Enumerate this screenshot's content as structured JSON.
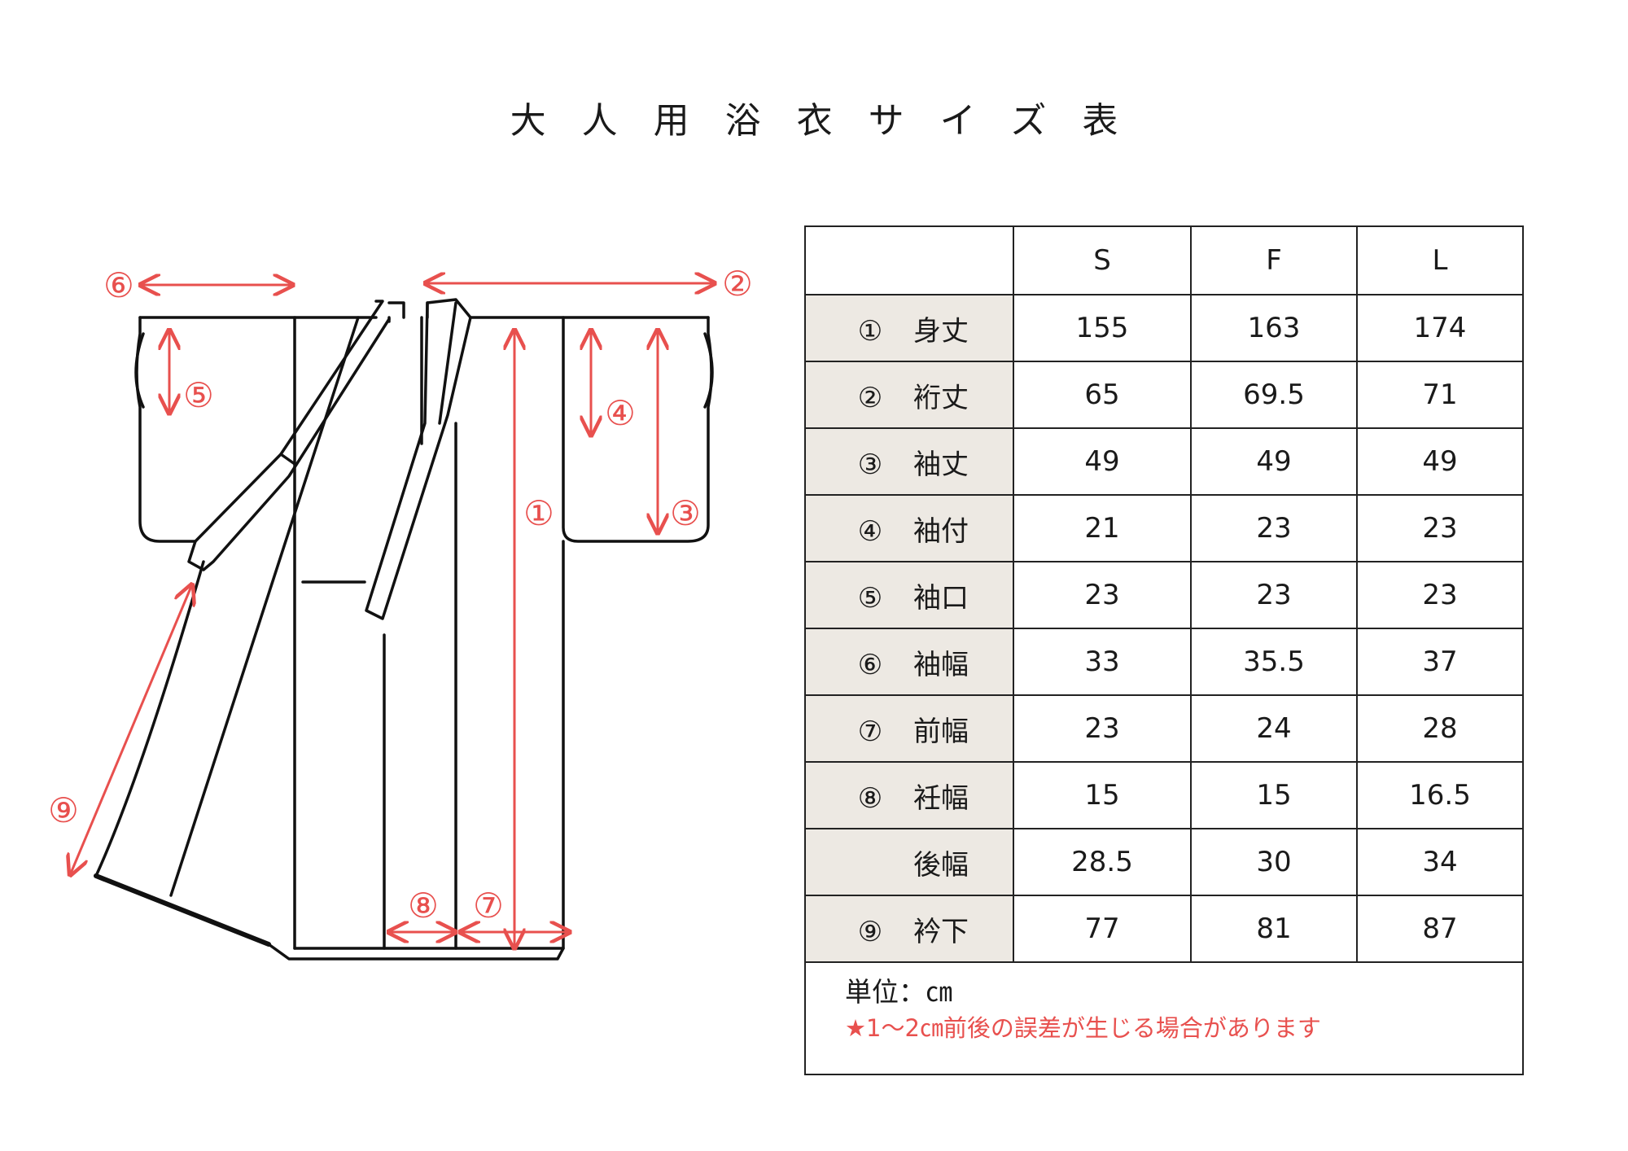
{
  "title": "大人用浴衣サイズ表",
  "accent_color": "#e8504e",
  "diagram": {
    "markers": [
      "①",
      "②",
      "③",
      "④",
      "⑤",
      "⑥",
      "⑦",
      "⑧",
      "⑨"
    ]
  },
  "table": {
    "columns": [
      "",
      "S",
      "F",
      "L"
    ],
    "rows": [
      {
        "num": "①",
        "name": "身丈",
        "s": "155",
        "f": "163",
        "l": "174"
      },
      {
        "num": "②",
        "name": "裄丈",
        "s": "65",
        "f": "69.5",
        "l": "71"
      },
      {
        "num": "③",
        "name": "袖丈",
        "s": "49",
        "f": "49",
        "l": "49"
      },
      {
        "num": "④",
        "name": "袖付",
        "s": "21",
        "f": "23",
        "l": "23"
      },
      {
        "num": "⑤",
        "name": "袖口",
        "s": "23",
        "f": "23",
        "l": "23"
      },
      {
        "num": "⑥",
        "name": "袖幅",
        "s": "33",
        "f": "35.5",
        "l": "37"
      },
      {
        "num": "⑦",
        "name": "前幅",
        "s": "23",
        "f": "24",
        "l": "28"
      },
      {
        "num": "⑧",
        "name": "衽幅",
        "s": "15",
        "f": "15",
        "l": "16.5"
      },
      {
        "num": "",
        "name": "後幅",
        "s": "28.5",
        "f": "30",
        "l": "34"
      },
      {
        "num": "⑨",
        "name": "衿下",
        "s": "77",
        "f": "81",
        "l": "87"
      }
    ],
    "unit": "単位：㎝",
    "note": "★1〜2㎝前後の誤差が生じる場合があります"
  }
}
